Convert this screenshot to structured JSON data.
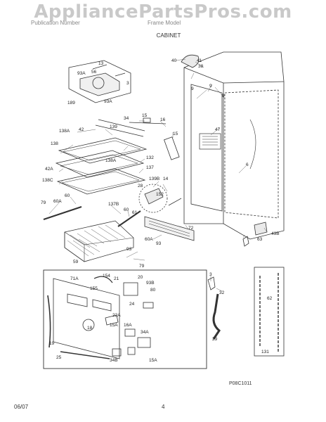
{
  "watermark": "AppliancePartsPros.com",
  "header": {
    "left": "Publication Number",
    "right": "Frame Model"
  },
  "section_title": "CABINET",
  "diagram_ref": "P08C1011",
  "footer": {
    "date": "06/07",
    "page": "4"
  },
  "callouts": {
    "c40": "40",
    "c41": "41",
    "c38": "38",
    "c9a": "9",
    "c9b": "9",
    "c9c": "9",
    "c47": "47",
    "c6": "6",
    "c93a": "93A",
    "c13": "13",
    "c56": "56",
    "c3": "3",
    "c189": "189",
    "c93a2": "93A",
    "c34": "34",
    "c15a": "15",
    "c16": "16",
    "c15b": "15",
    "c138a": "138A",
    "c42": "42",
    "c139": "139",
    "c138": "138",
    "c138a2": "138A",
    "c132": "132",
    "c137": "137",
    "c42a": "42A",
    "c138c": "138C",
    "c139b": "139B",
    "c14": "14",
    "c28": "28",
    "c152": "152",
    "c60": "60",
    "c60a": "60A",
    "c79": "79",
    "c137b": "137B",
    "c60b": "60",
    "c61": "61",
    "c72": "72",
    "c43b": "43B",
    "c63": "63",
    "c60a2": "60A",
    "c93": "93",
    "c59": "59",
    "c93b": "93",
    "c79b": "79",
    "c71a": "71A",
    "c154": "154",
    "c21": "21",
    "c20": "20",
    "c93b2": "93B",
    "c155": "155",
    "c80": "80",
    "c24": "24",
    "c22a": "22A",
    "c18": "18",
    "c16a": "16A",
    "c15a2": "15A",
    "c34a": "34A",
    "c19": "19",
    "c25": "25",
    "c34b": "34B",
    "c15a3": "15A",
    "c3b": "3",
    "c32": "32",
    "c29": "29",
    "c62": "62",
    "c131": "131"
  }
}
